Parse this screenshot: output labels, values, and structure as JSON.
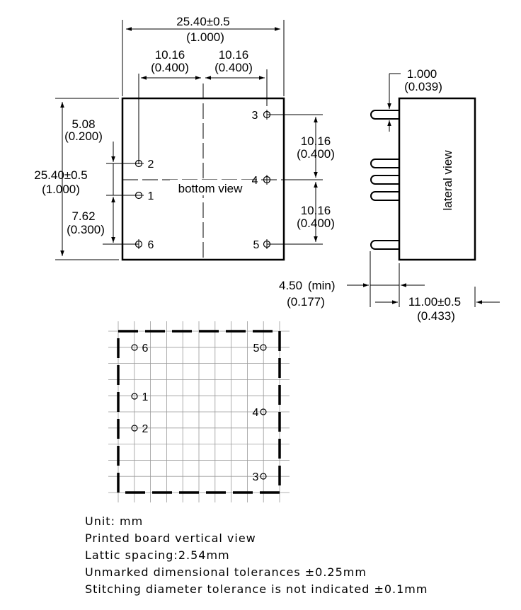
{
  "bottom_view": {
    "label": "bottom view",
    "overall_width": "25.40±0.5",
    "overall_width_in": "(1.000)",
    "half_left": "10.16",
    "half_left_in": "(0.400)",
    "half_right": "10.16",
    "half_right_in": "(0.400)",
    "overall_height": "25.40±0.5",
    "overall_height_in": "(1.000)",
    "pin_offset": "5.08",
    "pin_offset_in": "(0.200)",
    "pin_spacing_1_6": "7.62",
    "pin_spacing_1_6_in": "(0.300)",
    "pin_spacing_3_4": "10.16",
    "pin_spacing_3_4_in": "(0.400)",
    "pin_spacing_4_5": "10.16",
    "pin_spacing_4_5_in": "(0.400)",
    "pins": [
      "3",
      "2",
      "4",
      "1",
      "6",
      "5"
    ]
  },
  "lateral_view": {
    "label": "lateral view",
    "pin_diameter": "1.000",
    "pin_diameter_in": "(0.039)",
    "pin_length": "4.50",
    "pin_length_suffix": "(min)",
    "pin_length_in": "(0.177)",
    "depth": "11.00±0.5",
    "depth_in": "(0.433)"
  },
  "board_view": {
    "pins": [
      "6",
      "5",
      "1",
      "4",
      "2",
      "3"
    ]
  },
  "notes": [
    "Unit:  mm",
    "Printed board vertical view",
    "Lattic spacing:2.54mm",
    "Unmarked dimensional tolerances ±0.25mm",
    "Stitching diameter tolerance is not indicated ±0.1mm"
  ]
}
